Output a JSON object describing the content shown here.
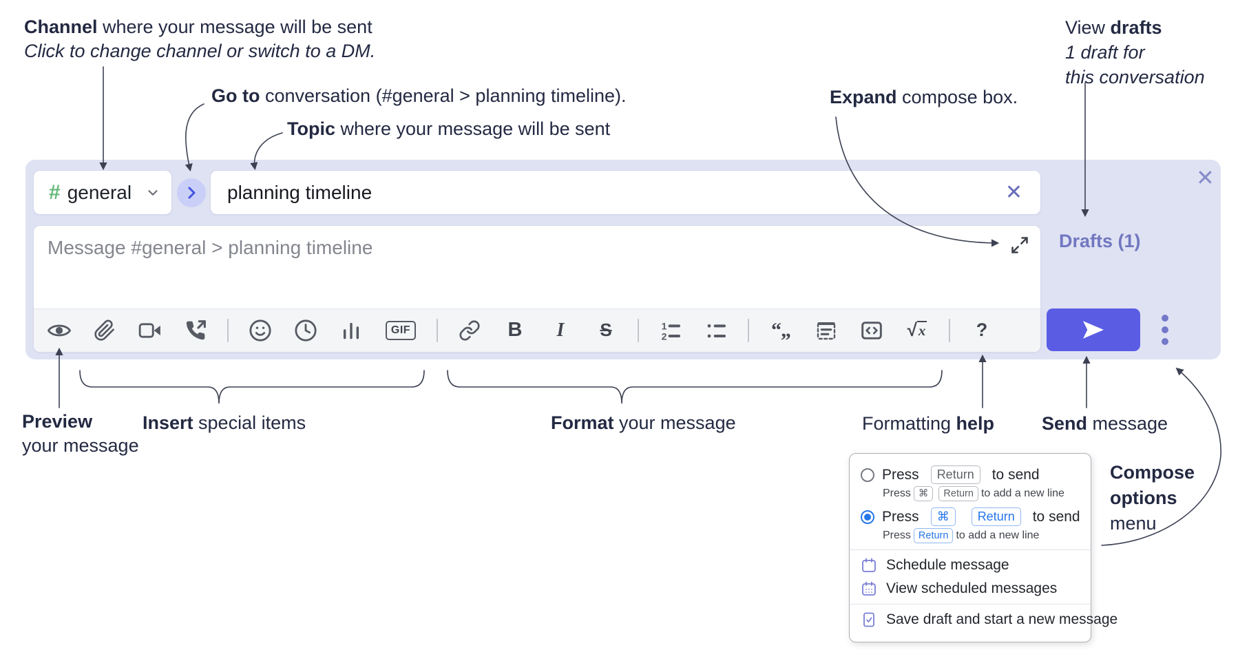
{
  "annotations": {
    "channel_b": "Channel",
    "channel_r": " where your message will be sent",
    "channel_i": "Click to change channel or switch to a DM.",
    "goto_b": "Go to",
    "goto_r": " conversation (#general > planning timeline).",
    "topic_b": "Topic",
    "topic_r": " where your message will be sent",
    "expand_b": "Expand",
    "expand_r": " compose box.",
    "drafts_r": "View ",
    "drafts_b": "drafts",
    "drafts_i1": "1 draft for",
    "drafts_i2": "this conversation",
    "preview_b": "Preview",
    "preview_r": "your message",
    "insert_b": "Insert",
    "insert_r": " special items",
    "format_b": "Format",
    "format_r": " your message",
    "help_r": "Formatting ",
    "help_b": "help",
    "send_b": "Send",
    "send_r": " message",
    "compose_b1": "Compose",
    "compose_b2": "options",
    "compose_r": "menu"
  },
  "composer": {
    "channel": {
      "hash": "#",
      "name": "general"
    },
    "topic_value": "planning timeline",
    "message_placeholder": "Message #general > planning timeline",
    "drafts_link": "Drafts (1)",
    "close_glyph": "✕",
    "icons": {
      "bold": "B",
      "italic": "I",
      "strike": "S",
      "gif": "GIF",
      "quote": "“„",
      "sqrt_sign": "√",
      "sqrt_x": "x",
      "help": "?",
      "ol1": "1",
      "ol2": "2"
    }
  },
  "menu": {
    "o1_press": "Press",
    "o1_key": "Return",
    "o1_send": "to send",
    "o1s_press": "Press",
    "o1s_k1": "⌘",
    "o1s_k2": "Return",
    "o1s_rest": "to add a new line",
    "o2_press": "Press",
    "o2_k1": "⌘",
    "o2_k2": "Return",
    "o2_send": "to send",
    "o2s_press": "Press",
    "o2s_k1": "Return",
    "o2s_rest": "to add a new line",
    "schedule": "Schedule message",
    "view_scheduled": "View scheduled messages",
    "save_draft": "Save draft and start a new message"
  },
  "colors": {
    "compose_bg": "#dfe2f3",
    "send_button": "#5a5de4",
    "hash_green": "#63b877",
    "link_purple": "#7177c0",
    "radio_blue": "#2576e8",
    "menu_icon_purple": "#7a7ed6",
    "annotation_text": "#232942"
  }
}
